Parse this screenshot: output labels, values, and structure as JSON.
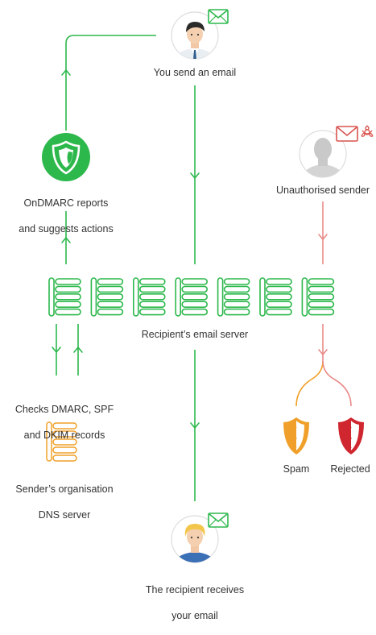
{
  "colors": {
    "green": "#2db84c",
    "red": "#d9534f",
    "light_red": "#e88a87",
    "orange": "#f0a02a",
    "dark_red": "#d0262f",
    "grey": "#c9c9c9",
    "text": "#333333"
  },
  "nodes": {
    "sender": {
      "label": "You send an email",
      "icon": "person-icon",
      "badge": "envelope-icon"
    },
    "ondmarc": {
      "label_line1": "OnDMARC reports",
      "label_line2": "and suggests actions",
      "icon": "shield-icon"
    },
    "unauthorised": {
      "label": "Unauthorised sender",
      "icon": "anonymous-person-icon",
      "badge": "envelope-icon",
      "hazard": "biohazard-icon"
    },
    "server": {
      "label": "Recipient’s email server",
      "icon": "server-rack-icon",
      "rack_count": 7
    },
    "checks": {
      "label_line1": "Checks DMARC, SPF",
      "label_line2": "and DKIM records"
    },
    "dns": {
      "label_line1": "Sender’s organisation",
      "label_line2": "DNS server",
      "icon": "dns-server-icon"
    },
    "spam": {
      "label": "Spam",
      "icon": "shield-half-icon"
    },
    "rejected": {
      "label": "Rejected",
      "icon": "shield-half-icon"
    },
    "recipient": {
      "label_line1": "The recipient receives",
      "label_line2": "your email",
      "icon": "person-icon",
      "badge": "envelope-icon"
    }
  }
}
